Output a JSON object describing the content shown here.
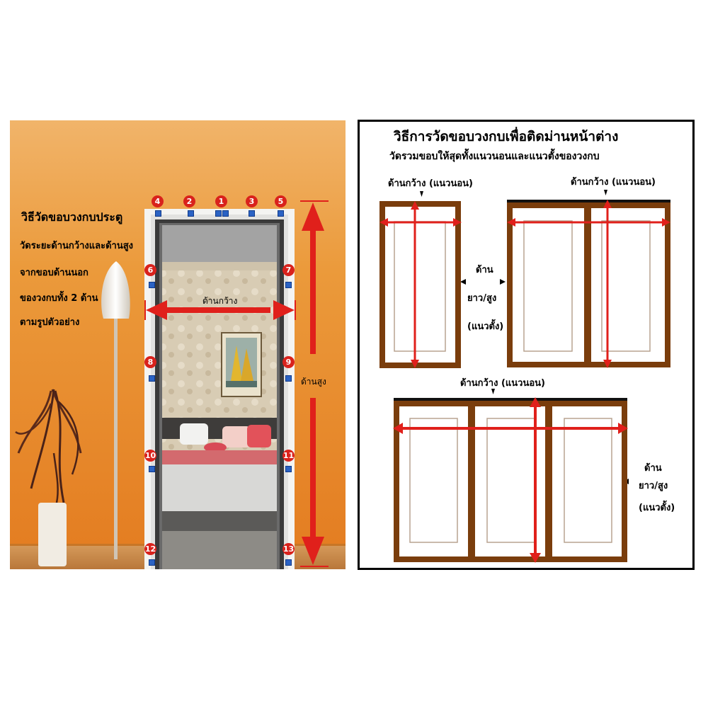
{
  "door_panel": {
    "title": "วิธีวัดขอบวงกบประตู",
    "lines": [
      "วัดระยะด้านกว้างและด้านสูง",
      "จากขอบด้านนอก",
      "ของวงกบทั้ง 2 ด้าน",
      "ตามรูปตัวอย่าง"
    ],
    "width_label": "ด้านกว้าง",
    "height_label": "ด้านสูง",
    "point_numbers": [
      "4",
      "2",
      "1",
      "3",
      "5",
      "6",
      "7",
      "8",
      "9",
      "10",
      "11",
      "12",
      "13"
    ]
  },
  "window_panel": {
    "title": "วิธีการวัดขอบวงกบเพื่อติดม่านหน้าต่าง",
    "subtitle": "วัดรวมขอบให้สุดทั้งแนวนอนและแนวตั้งของวงกบ",
    "width_label_1": "ด้านกว้าง (แนวนอน)",
    "width_label_2": "ด้านกว้าง (แนวนอน)",
    "width_label_3": "ด้านกว้าง (แนวนอน)",
    "height_label_a": [
      "ด้าน",
      "ยาว/สูง",
      "(แนวตั้ง)"
    ],
    "height_label_b": [
      "ด้าน",
      "ยาว/สูง",
      "(แนวตั้ง)"
    ]
  },
  "colors": {
    "wall_orange": "#e8922e",
    "frame_brown": "#7a3d0c",
    "arrow_red": "#e0201b",
    "pin_blue": "#2b63c4"
  }
}
